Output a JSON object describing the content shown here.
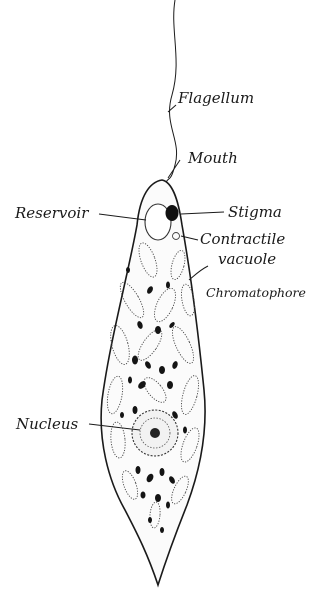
{
  "labels": {
    "flagellum": "Flagellum",
    "mouth": "Mouth",
    "stigma": "Stigma",
    "reservoir": "Reservoir",
    "contractile_line1": "Contractile",
    "contractile_line2": "vacuole",
    "chromatophore": "Chromatophore",
    "nucleus": "Nucleus"
  }
}
